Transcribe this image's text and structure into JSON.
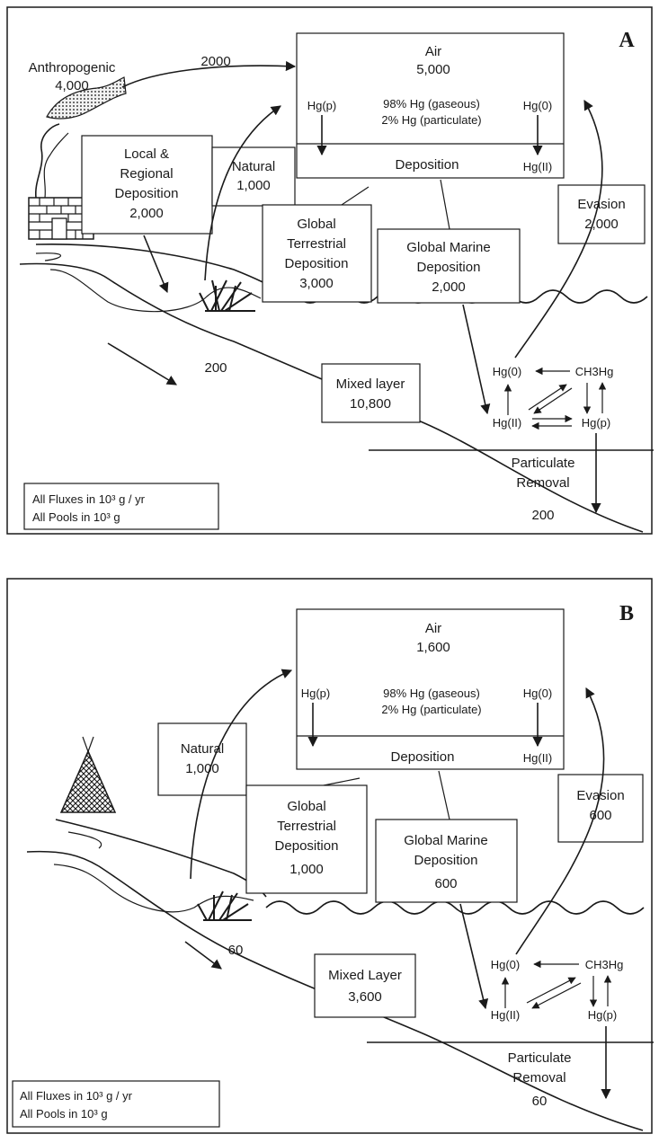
{
  "panels": [
    {
      "letter": "A",
      "anthropogenic": {
        "label": "Anthropogenic",
        "value": "4,000",
        "flux_to_air": "2000"
      },
      "air": {
        "label": "Air",
        "value": "5,000",
        "hg_p": "Hg(p)",
        "hg_0": "Hg(0)",
        "gaseous": "98% Hg (gaseous)",
        "particulate": "2% Hg (particulate)",
        "deposition": "Deposition",
        "hg_ii": "Hg(II)"
      },
      "local_regional": {
        "line1": "Local &",
        "line2": "Regional",
        "line3": "Deposition",
        "value": "2,000"
      },
      "natural": {
        "label": "Natural",
        "value": "1,000"
      },
      "terrestrial": {
        "line1": "Global",
        "line2": "Terrestrial",
        "line3": "Deposition",
        "value": "3,000"
      },
      "marine": {
        "line1": "Global Marine",
        "line2": "Deposition",
        "value": "2,000"
      },
      "evasion": {
        "label": "Evasion",
        "value": "2,000"
      },
      "river_flux": "200",
      "mixed_layer": {
        "label": "Mixed layer",
        "value": "10,800"
      },
      "species": {
        "hg0": "Hg(0)",
        "ch3hg": "CH3Hg",
        "hgii": "Hg(II)",
        "hgp": "Hg(p)"
      },
      "particulate_removal": {
        "line1": "Particulate",
        "line2": "Removal",
        "value": "200"
      },
      "units": {
        "fluxes": "All Fluxes in  10³ g / yr",
        "pools": "All Pools in 10³ g"
      }
    },
    {
      "letter": "B",
      "air": {
        "label": "Air",
        "value": "1,600",
        "hg_p": "Hg(p)",
        "hg_0": "Hg(0)",
        "gaseous": "98% Hg (gaseous)",
        "particulate": "2% Hg (particulate)",
        "deposition": "Deposition",
        "hg_ii": "Hg(II)"
      },
      "natural": {
        "label": "Natural",
        "value": "1,000"
      },
      "terrestrial": {
        "line1": "Global",
        "line2": "Terrestrial",
        "line3": "Deposition",
        "value": "1,000"
      },
      "marine": {
        "line1": "Global Marine",
        "line2": "Deposition",
        "value": "600"
      },
      "evasion": {
        "label": "Evasion",
        "value": "600"
      },
      "river_flux": "60",
      "mixed_layer": {
        "label": "Mixed Layer",
        "value": "3,600"
      },
      "species": {
        "hg0": "Hg(0)",
        "ch3hg": "CH3Hg",
        "hgii": "Hg(II)",
        "hgp": "Hg(p)"
      },
      "particulate_removal": {
        "line1": "Particulate",
        "line2": "Removal",
        "value": "60"
      },
      "units": {
        "fluxes": "All Fluxes in  10³ g / yr",
        "pools": "All Pools in 10³ g"
      }
    }
  ]
}
